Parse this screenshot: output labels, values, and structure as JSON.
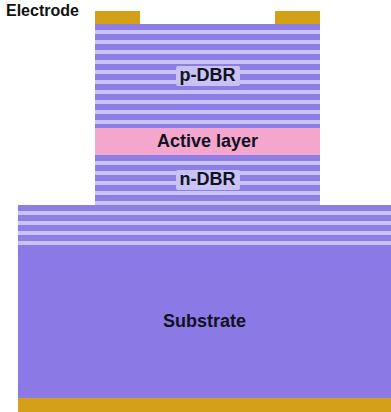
{
  "diagram": {
    "nodes": [
      {
        "text": [
          "p-DBR"
        ]
      },
      {
        "text": [
          "Active layer"
        ]
      },
      {
        "text": [
          "n-DBR"
        ]
      },
      {
        "text": [
          "Substrate"
        ]
      }
    ],
    "labels": [
      "Electrode"
    ]
  }
}
